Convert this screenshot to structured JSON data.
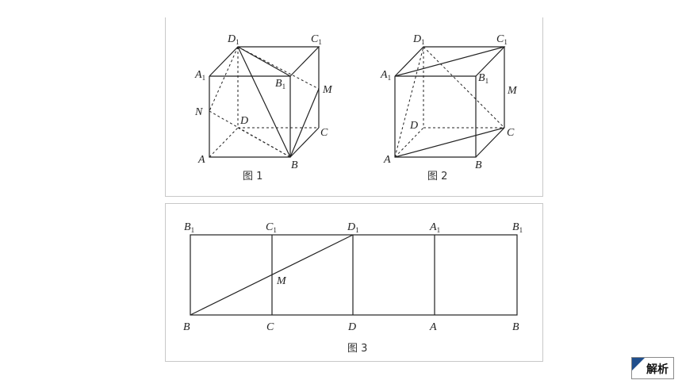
{
  "figure1": {
    "caption": "图 1",
    "labels": {
      "D1": {
        "main": "D",
        "sub": "1"
      },
      "C1": {
        "main": "C",
        "sub": "1"
      },
      "A1": {
        "main": "A",
        "sub": "1"
      },
      "B1": {
        "main": "B",
        "sub": "1"
      },
      "M": {
        "main": "M",
        "sub": ""
      },
      "N": {
        "main": "N",
        "sub": ""
      },
      "D": {
        "main": "D",
        "sub": ""
      },
      "C": {
        "main": "C",
        "sub": ""
      },
      "A": {
        "main": "A",
        "sub": ""
      },
      "B": {
        "main": "B",
        "sub": ""
      }
    }
  },
  "figure2": {
    "caption": "图 2",
    "labels": {
      "D1": {
        "main": "D",
        "sub": "1"
      },
      "C1": {
        "main": "C",
        "sub": "1"
      },
      "A1": {
        "main": "A",
        "sub": "1"
      },
      "B1": {
        "main": "B",
        "sub": "1"
      },
      "M": {
        "main": "M",
        "sub": ""
      },
      "D": {
        "main": "D",
        "sub": ""
      },
      "C": {
        "main": "C",
        "sub": ""
      },
      "A": {
        "main": "A",
        "sub": ""
      },
      "B": {
        "main": "B",
        "sub": ""
      }
    }
  },
  "figure3": {
    "caption": "图 3",
    "top_labels": [
      {
        "main": "B",
        "sub": "1"
      },
      {
        "main": "C",
        "sub": "1"
      },
      {
        "main": "D",
        "sub": "1"
      },
      {
        "main": "A",
        "sub": "1"
      },
      {
        "main": "B",
        "sub": "1"
      }
    ],
    "bottom_labels": [
      "B",
      "C",
      "D",
      "A",
      "B"
    ],
    "point_label": "M"
  },
  "controls": {
    "jiexi_label": "解析",
    "accent_color": "#1f4e8c"
  }
}
